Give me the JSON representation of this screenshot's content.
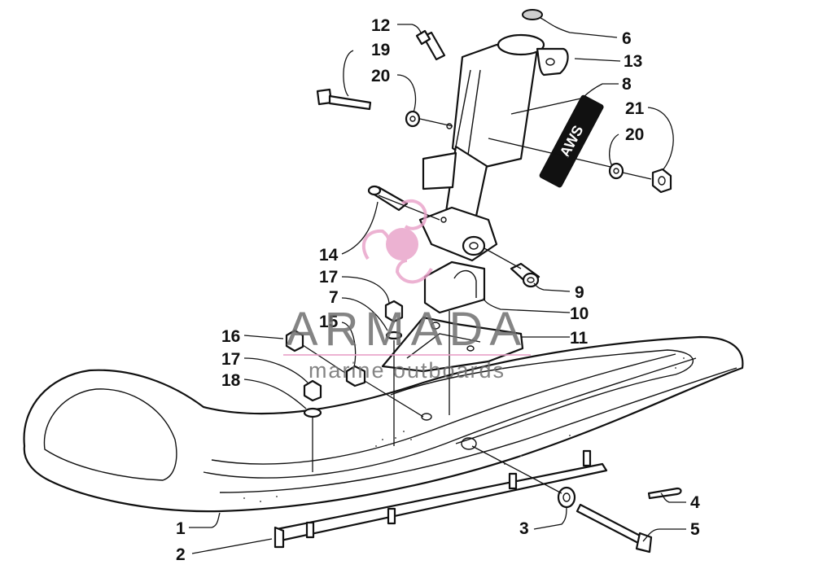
{
  "diagram": {
    "callouts": [
      {
        "id": "c1",
        "text": "1"
      },
      {
        "id": "c2",
        "text": "2"
      },
      {
        "id": "c3",
        "text": "3"
      },
      {
        "id": "c4",
        "text": "4"
      },
      {
        "id": "c5",
        "text": "5"
      },
      {
        "id": "c6",
        "text": "6"
      },
      {
        "id": "c7",
        "text": "7"
      },
      {
        "id": "c8",
        "text": "8"
      },
      {
        "id": "c9",
        "text": "9"
      },
      {
        "id": "c10",
        "text": "10"
      },
      {
        "id": "c11",
        "text": "11"
      },
      {
        "id": "c12",
        "text": "12"
      },
      {
        "id": "c13",
        "text": "13"
      },
      {
        "id": "c14",
        "text": "14"
      },
      {
        "id": "c15",
        "text": "15"
      },
      {
        "id": "c16",
        "text": "16"
      },
      {
        "id": "c17a",
        "text": "17"
      },
      {
        "id": "c17b",
        "text": "17"
      },
      {
        "id": "c18",
        "text": "18"
      },
      {
        "id": "c19",
        "text": "19"
      },
      {
        "id": "c20a",
        "text": "20"
      },
      {
        "id": "c20b",
        "text": "20"
      },
      {
        "id": "c21",
        "text": "21"
      }
    ],
    "decal_text": "AWS",
    "watermark": {
      "brand": "ARMADA",
      "tagline": "marine outboards",
      "brand_color": "#e8a0c8",
      "text_color": "#6f6f6f"
    },
    "line_color": "#111111"
  }
}
